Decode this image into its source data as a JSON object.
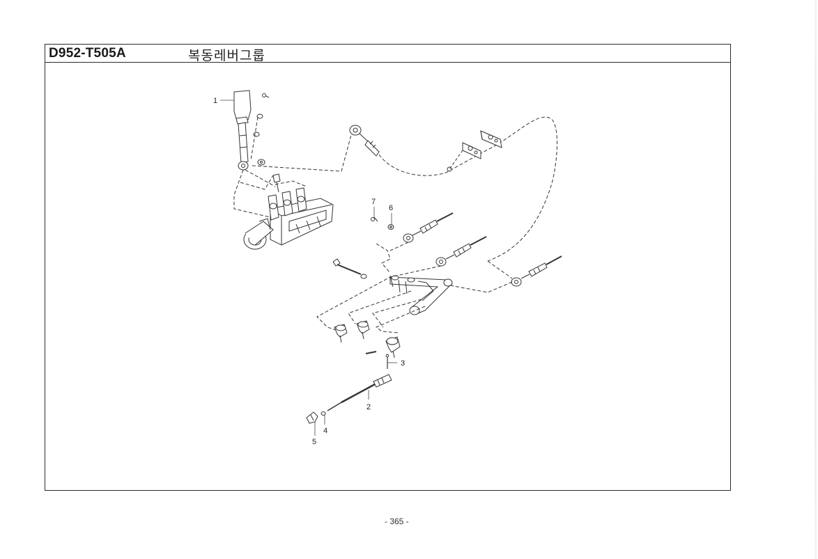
{
  "header": {
    "model_code": "D952-T505A",
    "group_title": "복동레버그룹"
  },
  "callouts": [
    {
      "id": "1",
      "label": "1"
    },
    {
      "id": "2",
      "label": "2"
    },
    {
      "id": "3",
      "label": "3"
    },
    {
      "id": "4",
      "label": "4"
    },
    {
      "id": "5",
      "label": "5"
    },
    {
      "id": "6",
      "label": "6"
    },
    {
      "id": "7",
      "label": "7"
    }
  ],
  "footer": {
    "page_number": "- 365 -"
  },
  "colors": {
    "ink": "#2a2a2a",
    "paper": "#ffffff"
  }
}
